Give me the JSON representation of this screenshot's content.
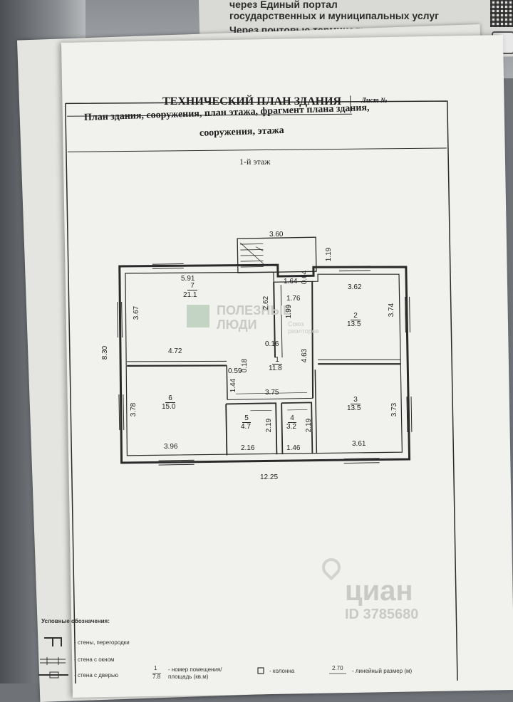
{
  "background": {
    "header_line_1": "через Единый портал",
    "header_line_2": "государственных и муниципальных услуг",
    "header_line_3": "Через почтовые терминалы,"
  },
  "document": {
    "sheet_label": "Лист №",
    "title": "ТЕХНИЧЕСКИЙ ПЛАН ЗДАНИЯ",
    "subtitle_line_1": "План здания, сооружения, план этажа, фрагмент плана здания,",
    "subtitle_line_2": "сооружения, этажа",
    "floor": "1-й этаж"
  },
  "plan": {
    "dimensions": {
      "porch_width": "3.60",
      "porch_depth": "1.19",
      "total_width": "12.25",
      "total_depth": "8.30",
      "room7_top": "5.91",
      "room7_side": "3.67",
      "room7_bottom": "4.72",
      "hall_top": "1.64",
      "hall_gap": "0.64",
      "hall_inner": "1.76",
      "hall_wall": "2.62",
      "hall_height": "1.99",
      "room1_side": "4.63",
      "col_a": "0.16",
      "col_b": "0.18",
      "col_c": "0.59",
      "col_d": "1.44",
      "corridor": "3.75",
      "room2_top": "3.62",
      "room2_side": "3.74",
      "room3_side": "3.73",
      "room3_bottom": "3.61",
      "room6_side": "3.78",
      "room6_bottom": "3.96",
      "room5_bottom": "2.16",
      "room5_side": "2.19",
      "room4_bottom": "1.46",
      "room4_side": "2.19"
    },
    "rooms": [
      {
        "number": "7",
        "area": "21.1"
      },
      {
        "number": "2",
        "area": "13.5"
      },
      {
        "number": "1",
        "area": "11.8"
      },
      {
        "number": "6",
        "area": "15.0"
      },
      {
        "number": "3",
        "area": "13.5"
      },
      {
        "number": "5",
        "area": "4.7"
      },
      {
        "number": "4",
        "area": "3.2"
      }
    ]
  },
  "legend": {
    "heading": "Условные обозначения:",
    "walls": "- стены, перегородки",
    "window_wall": "- стена с окном",
    "door_wall": "- стена с дверью",
    "room_sample_number": "1",
    "room_sample_area": "7.8",
    "room_note": "- номер помещения/ площадь (кв.м)",
    "column": "- колонна",
    "linear_sample": "2.70",
    "linear": "- линейный размер (м)"
  },
  "watermarks": {
    "brand_line_1": "ПОЛЕЗНЫЕ",
    "brand_line_2": "ЛЮДИ",
    "brand_sub": "Союз риэлторов",
    "cian": "циан",
    "cian_id": "ID 3785680"
  }
}
